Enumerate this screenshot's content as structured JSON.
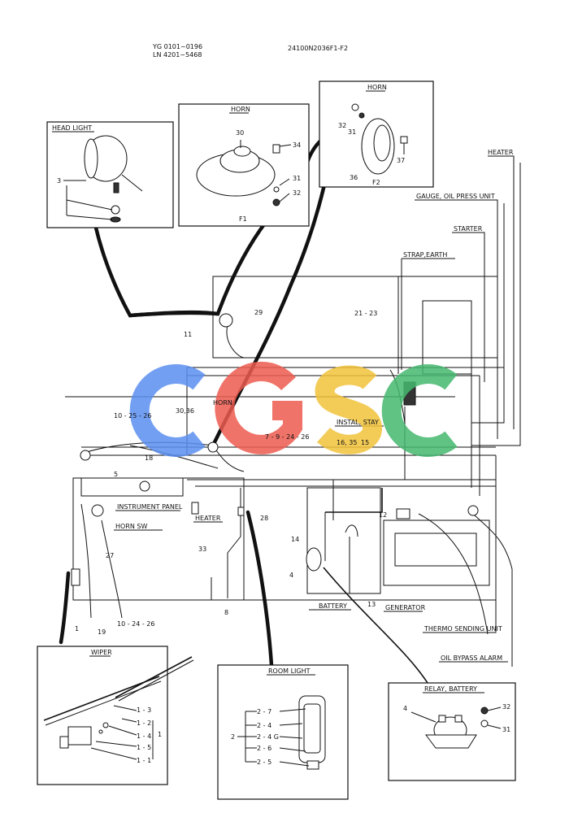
{
  "header": {
    "serial_a": "YG 0101~0196",
    "serial_b": "LN 4201~5468",
    "drawing_no": "24100N2036F1-F2"
  },
  "watermark": {
    "letters": [
      "C",
      "G",
      "S",
      "C"
    ],
    "colors": [
      "#5b8ff0",
      "#ee5b50",
      "#f2c23a",
      "#45b86e"
    ]
  },
  "insets": {
    "head_light": {
      "title": "HEAD LIGHT",
      "parts": [
        "3"
      ]
    },
    "horn_f1": {
      "title": "HORN",
      "parts": [
        "30",
        "34",
        "31",
        "32"
      ],
      "caption": "F1"
    },
    "horn_f2": {
      "title": "HORN",
      "parts": [
        "32",
        "31",
        "37",
        "36"
      ],
      "caption": "F2"
    },
    "wiper": {
      "title": "WIPER",
      "parts": [
        "1 - 3",
        "1 - 2",
        "1 - 4",
        "1 - 5",
        "1 - 1"
      ],
      "group": "1"
    },
    "room_light": {
      "title": "ROOM LIGHT",
      "parts": [
        "2 - 7",
        "2 - 4",
        "2 - 4 G",
        "2 - 6",
        "2 - 5"
      ],
      "group": "2"
    },
    "relay_battery": {
      "title": "RELAY, BATTERY",
      "parts": [
        "4",
        "32",
        "31"
      ]
    }
  },
  "labels": {
    "heater_top": "HEATER",
    "gauge_oil": "GAUGE, OIL PRESS UNIT",
    "starter": "STARTER",
    "strap_earth": "STRAP,EARTH",
    "horn_mid": "HORN",
    "instal_stay": "INSTAL, STAY",
    "instrument_panel": "INSTRUMENT PANEL",
    "heater_mid": "HEATER",
    "horn_sw": "HORN SW",
    "battery": "BATTERY",
    "generator": "GENERATOR",
    "thermo": "THERMO SENDING UNIT",
    "oil_bypass": "OIL BYPASS ALARM"
  },
  "callouts": {
    "c29": "29",
    "c11": "11",
    "c21_23": "21 - 23",
    "c10_25_26": "10 - 25 - 26",
    "c30_36": "30,36",
    "c7_9": "7 - 9 - 24 - 26",
    "c16_35": "16, 35",
    "c15": "15",
    "c18": "18",
    "c5": "5",
    "c12": "12",
    "c28": "28",
    "c14": "14",
    "c27": "27",
    "c33": "33",
    "c4": "4",
    "c13": "13",
    "c8": "8",
    "c1": "1",
    "c19": "19",
    "c10_24_26": "10 - 24 - 26"
  }
}
